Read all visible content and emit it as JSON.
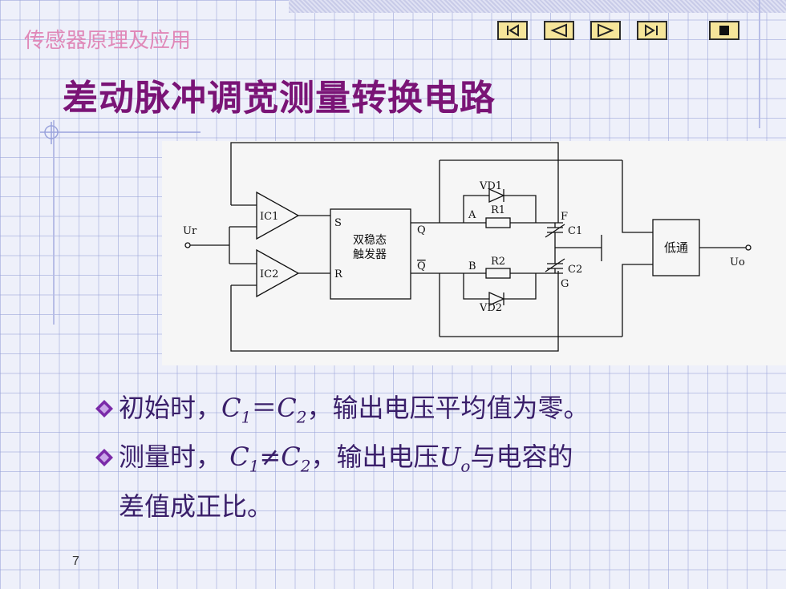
{
  "header": {
    "subtitle": "传感器原理及应用",
    "title": "差动脉冲调宽测量转换电路"
  },
  "navigation": {
    "buttons": [
      "first-icon",
      "prev-icon",
      "next-icon",
      "last-icon",
      "stop-icon"
    ]
  },
  "circuit": {
    "input_label": "Ur",
    "ic1": "IC1",
    "ic2": "IC2",
    "flipflop_line1": "双稳态",
    "flipflop_line2": "触发器",
    "pin_s": "S",
    "pin_r": "R",
    "pin_q": "Q",
    "pin_qbar": "Q",
    "node_a": "A",
    "node_b": "B",
    "node_f": "F",
    "node_g": "G",
    "vd1": "VD1",
    "vd2": "VD2",
    "r1": "R1",
    "r2": "R2",
    "c1": "C1",
    "c2": "C2",
    "lowpass": "低通",
    "output_label": "Uo"
  },
  "bullets": {
    "b1_prefix": "初始时，",
    "b1_c1": "C",
    "b1_c1_sub": "1",
    "b1_eq": "＝",
    "b1_c2": "C",
    "b1_c2_sub": "2",
    "b1_rest": "，输出电压平均值为零。",
    "b2_prefix": "测量时，",
    "b2_c1": "C",
    "b2_c1_sub": "1",
    "b2_neq": "≠",
    "b2_c2": "C",
    "b2_c2_sub": "2",
    "b2_mid": "，输出电压",
    "b2_u": "U",
    "b2_u_sub": "o",
    "b2_rest": "与电容的",
    "b2_line2": "差值成正比。"
  },
  "page_number": "7",
  "colors": {
    "title": "#7a1476",
    "subtitle": "#e088b8",
    "bullet_text": "#3a1f6a",
    "bullet_diamond": "#7a2aa8",
    "nav_button": "#f6e59a"
  }
}
